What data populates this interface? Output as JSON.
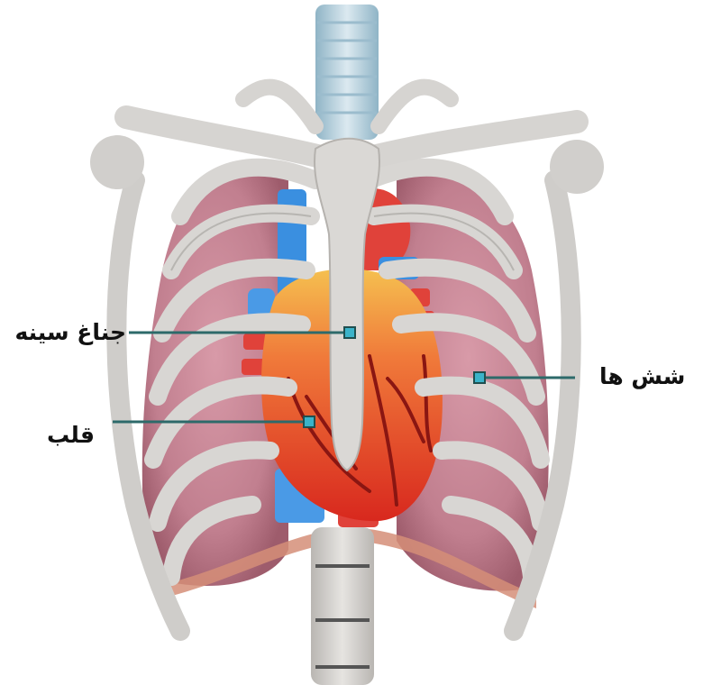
{
  "labels": {
    "sternum": "جناغ سینه",
    "heart": "قلب",
    "lungs": "شش ها"
  },
  "colors": {
    "bone": "#d8d6d3",
    "lung": "#c98a98",
    "heart": "#e03a2a",
    "vein": "#3a8fe0",
    "leader_line": "#2d6a6a",
    "marker": "#3bb3c9"
  }
}
